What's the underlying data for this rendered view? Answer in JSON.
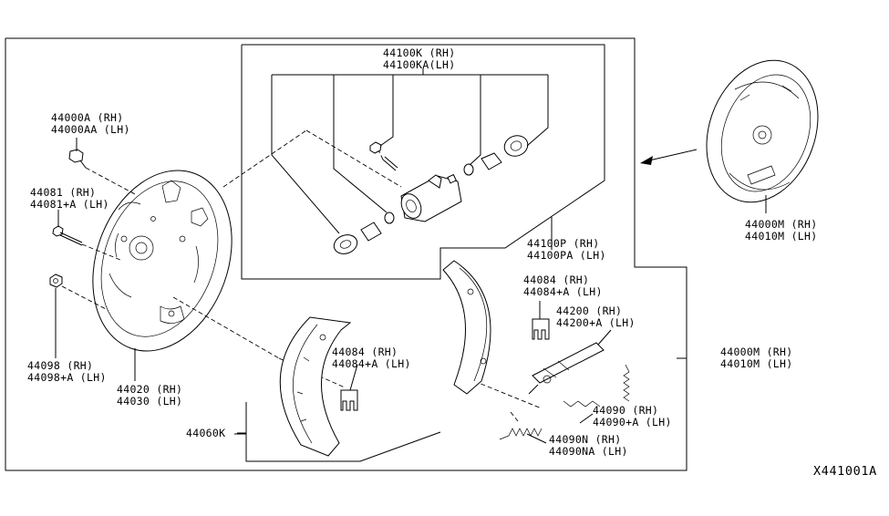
{
  "diagram_code": "X441001A",
  "labels": {
    "p44000A": {
      "l1": "44000A  (RH)",
      "l2": "44000AA (LH)"
    },
    "p44081": {
      "l1": "44081    (RH)",
      "l2": "44081+A (LH)"
    },
    "p44098": {
      "l1": "44098    (RH)",
      "l2": "44098+A (LH)"
    },
    "p44020": {
      "l1": "44020 (RH)",
      "l2": "44030 (LH)"
    },
    "p44100K": {
      "l1": "44100K  (RH)",
      "l2": "44100KA(LH)"
    },
    "p44100P": {
      "l1": "44100P  (RH)",
      "l2": "44100PA (LH)"
    },
    "p44084a": {
      "l1": "44084    (RH)",
      "l2": "44084+A (LH)"
    },
    "p44084b": {
      "l1": "44084    (RH)",
      "l2": "44084+A (LH)"
    },
    "p44200": {
      "l1": "44200    (RH)",
      "l2": "44200+A (LH)"
    },
    "p44060K": {
      "l1": "44060K"
    },
    "p44090N": {
      "l1": "44090N  (RH)",
      "l2": "44090NA (LH)"
    },
    "p44090": {
      "l1": "44090    (RH)",
      "l2": "44090+A (LH)"
    },
    "p44000M_top": {
      "l1": "44000M (RH)",
      "l2": "44010M (LH)"
    },
    "p44000M_side": {
      "l1": "44000M (RH)",
      "l2": "44010M (LH)"
    }
  }
}
